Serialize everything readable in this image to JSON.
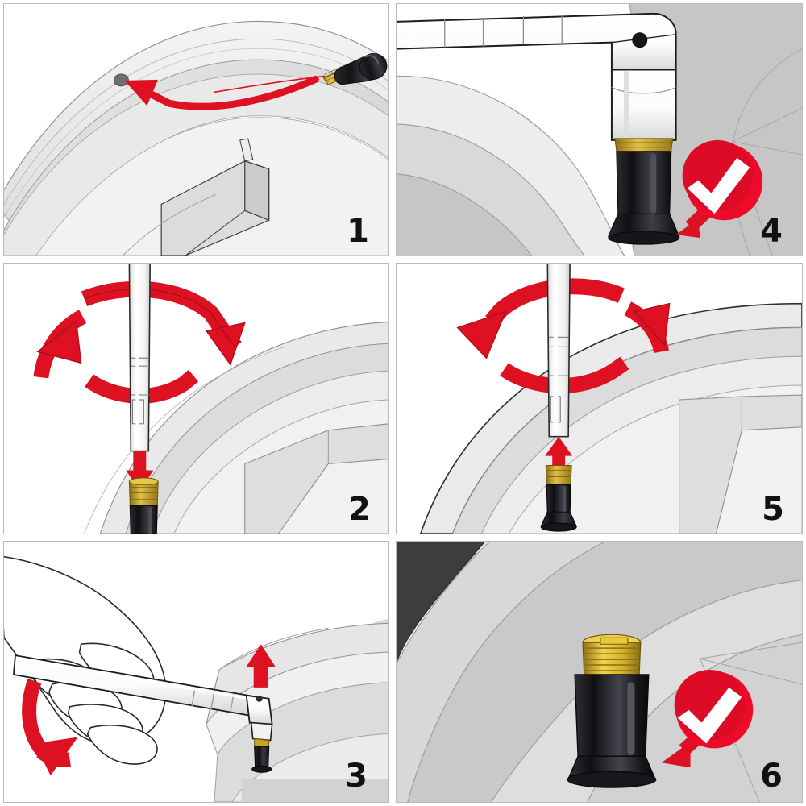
{
  "figure": {
    "kind": "instruction-sheet",
    "title": "Tire Valve Stem Installation Steps",
    "layout": "2 columns x 3 rows grid of illustrated steps",
    "background_color": "#ffffff",
    "panel_border_color": "#b9b9b9"
  },
  "palette": {
    "red": "#dd1122",
    "red_dark": "#b00d1b",
    "outline": "#1a1a1a",
    "brass": "#d8b02a",
    "brass_dark": "#a8821a",
    "rubber_black": "#17171a",
    "rubber_highlight": "#4a4a50",
    "rim_light": "#ededed",
    "rim_mid": "#d6d6d6",
    "rim_dark": "#c0c0c0",
    "tire_dark": "#3d3d3d",
    "tool_white": "#fdfdfd",
    "tool_shade": "#e2e2e2",
    "check_white": "#ffffff"
  },
  "panels": [
    {
      "id": "panel-1",
      "number": "1",
      "name": "locate-valve-hole",
      "description": "Wheel rim shown from above with a valve hole; a red curved arrow points from the black rubber valve stem with brass threaded tip toward the hole in the rim.",
      "objects": [
        "wheel-rim",
        "valve-hole",
        "valve-stem",
        "curved-red-arrow"
      ],
      "arrow": {
        "type": "curved",
        "direction": "right-to-left",
        "color": "#dd1122"
      }
    },
    {
      "id": "panel-4",
      "number": "4",
      "name": "valve-pulled-through-correct",
      "description": "L-shaped puller tool engaged on the valve stem which has been drawn up through the rim hole; a red circular badge with a white check mark confirms correct seating.",
      "objects": [
        "puller-tool",
        "valve-stem",
        "wheel-rim",
        "check-badge"
      ],
      "badge": {
        "type": "check",
        "shape": "circle",
        "color": "#dd1122",
        "glyph": "check-mark"
      }
    },
    {
      "id": "panel-2",
      "number": "2",
      "name": "thread-tool-onto-valve",
      "description": "Vertical puller tool above the valve stem seated in the rim; two red curved rotation arrows indicate turning the tool, a straight red arrow points down onto the valve.",
      "objects": [
        "puller-tool",
        "valve-stem",
        "wheel-rim",
        "rotation-arrows",
        "down-arrow"
      ],
      "arrow": {
        "type": "rotation-pair",
        "direction": "clockwise",
        "color": "#dd1122"
      },
      "linear_arrow": {
        "direction": "down",
        "color": "#dd1122"
      }
    },
    {
      "id": "panel-5",
      "number": "5",
      "name": "unthread-tool-from-valve",
      "description": "Vertical puller tool above the installed valve stem; two red curved rotation arrows indicate turning the tool the opposite way, a straight red arrow points up away from the valve.",
      "objects": [
        "puller-tool",
        "valve-stem",
        "wheel-rim",
        "rotation-arrows",
        "up-arrow"
      ],
      "arrow": {
        "type": "rotation-pair",
        "direction": "counter-clockwise",
        "color": "#dd1122"
      },
      "linear_arrow": {
        "direction": "up",
        "color": "#dd1122"
      }
    },
    {
      "id": "panel-3",
      "number": "3",
      "name": "lever-tool-to-pull-valve",
      "description": "A hand grips the horizontal tool handle; a red curved arrow shows levering the handle downward while a straight red arrow shows the valve being pulled up through the rim.",
      "objects": [
        "hand",
        "puller-tool",
        "valve-stem",
        "wheel-rim",
        "curved-red-arrow",
        "up-arrow"
      ],
      "arrow": {
        "type": "curved",
        "direction": "down",
        "color": "#dd1122"
      },
      "linear_arrow": {
        "direction": "up",
        "color": "#dd1122"
      }
    },
    {
      "id": "panel-6",
      "number": "6",
      "name": "valve-installed-correct",
      "description": "Close-up of the finished valve stem seated in the rim with brass threads exposed on top; a red circular badge with a white check mark confirms the installation.",
      "objects": [
        "valve-stem",
        "wheel-rim",
        "tire",
        "check-badge"
      ],
      "badge": {
        "type": "check",
        "shape": "circle",
        "color": "#dd1122",
        "glyph": "check-mark"
      }
    }
  ]
}
